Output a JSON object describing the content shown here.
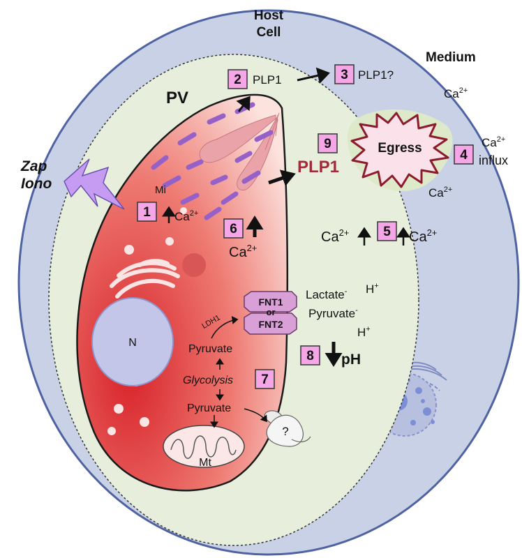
{
  "labels": {
    "host_cell": [
      "Host",
      "Cell"
    ],
    "medium": "Medium",
    "pv": "PV",
    "zap_iono": [
      "Zap",
      "Iono"
    ],
    "mi": "Mi",
    "n": "N",
    "mt": "Mt",
    "question": "?",
    "egress": "Egress",
    "plp1_small": "PLP1",
    "plp1_q": "PLP1?",
    "plp1_big": "PLP1",
    "ca": "Ca",
    "ca_sup": "2+",
    "influx": "influx",
    "lactate": "Lactate",
    "pyruvate_out": "Pyruvate",
    "h": "H",
    "plus": "+",
    "minus": "-",
    "ph": "pH",
    "fnt1": "FNT1",
    "or": "or",
    "fnt2": "FNT2",
    "ldh1": "LDH1",
    "pyruvate_top": "Pyruvate",
    "glycolysis": "Glycolysis",
    "pyruvate_bottom": "Pyruvate"
  },
  "steps": [
    "1",
    "2",
    "3",
    "4",
    "5",
    "6",
    "7",
    "8",
    "9"
  ],
  "colors": {
    "host_fill": "#c9d1e6",
    "host_stroke": "#4f63a3",
    "pv_fill": "#e7efdc",
    "parasite_red": "#e23b3b",
    "micronemes": "#9561c9",
    "step_box": "#f4a6e6",
    "plp1_text": "#a12b3a",
    "egress_stroke": "#8b1c2c"
  }
}
